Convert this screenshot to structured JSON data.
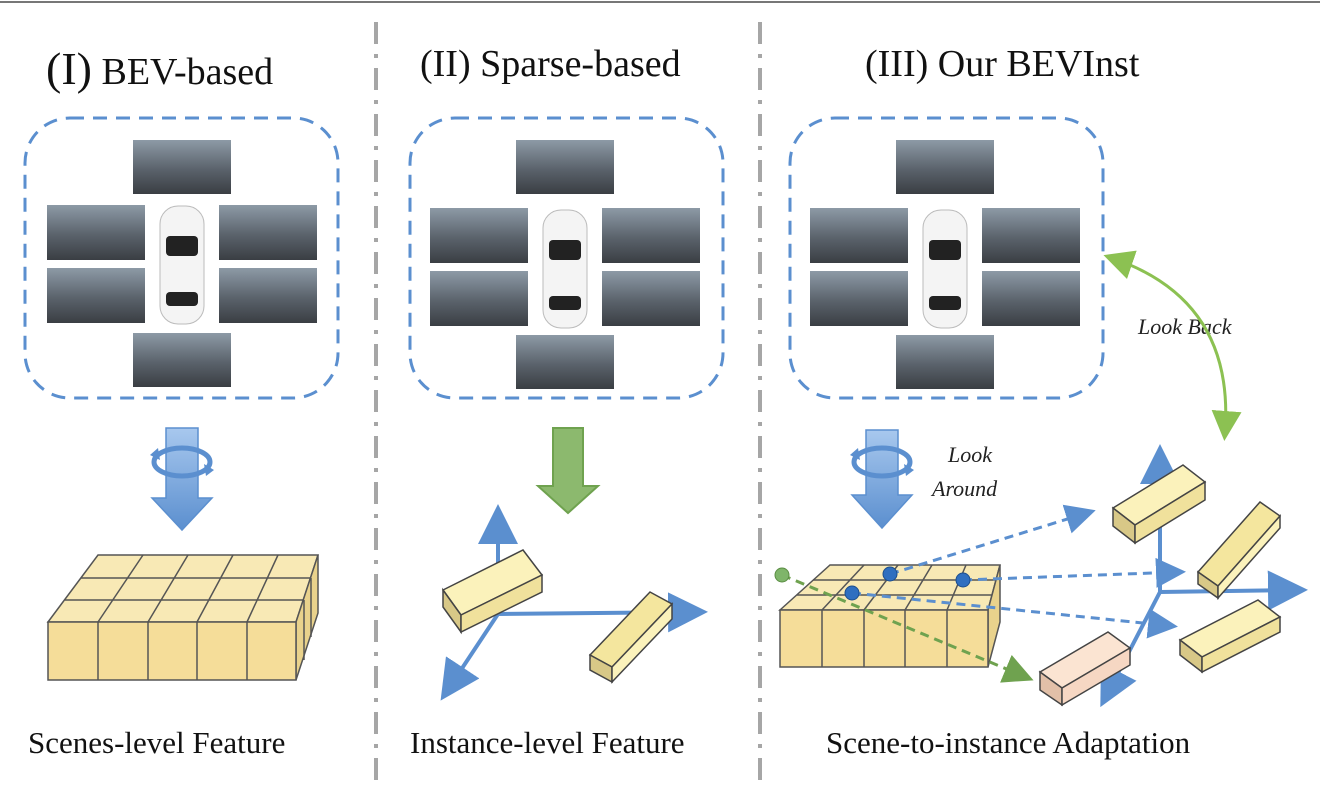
{
  "panels": [
    {
      "id": "bev",
      "title_num": "(I)",
      "title_text": "BEV-based",
      "caption": "Scenes-level Feature"
    },
    {
      "id": "sparse",
      "title_num": "(II)",
      "title_text": "Sparse-based",
      "caption": "Instance-level Feature"
    },
    {
      "id": "ours",
      "title_num": "(III)",
      "title_text": "Our BEVInst",
      "caption": "Scene-to-instance Adaptation"
    }
  ],
  "annotations": {
    "look_back": "Look Back",
    "look_around_1": "Look",
    "look_around_2": "Around"
  },
  "colors": {
    "dash_blue": "#5b8fcf",
    "arrow_blue": "#6fa0d8",
    "arrow_green": "#7fb56a",
    "light_green": "#8cc152",
    "cube_yellow": "#f7e4a8",
    "cube_pink": "#f6d7c3",
    "divider_gray": "#a6a6a6"
  }
}
